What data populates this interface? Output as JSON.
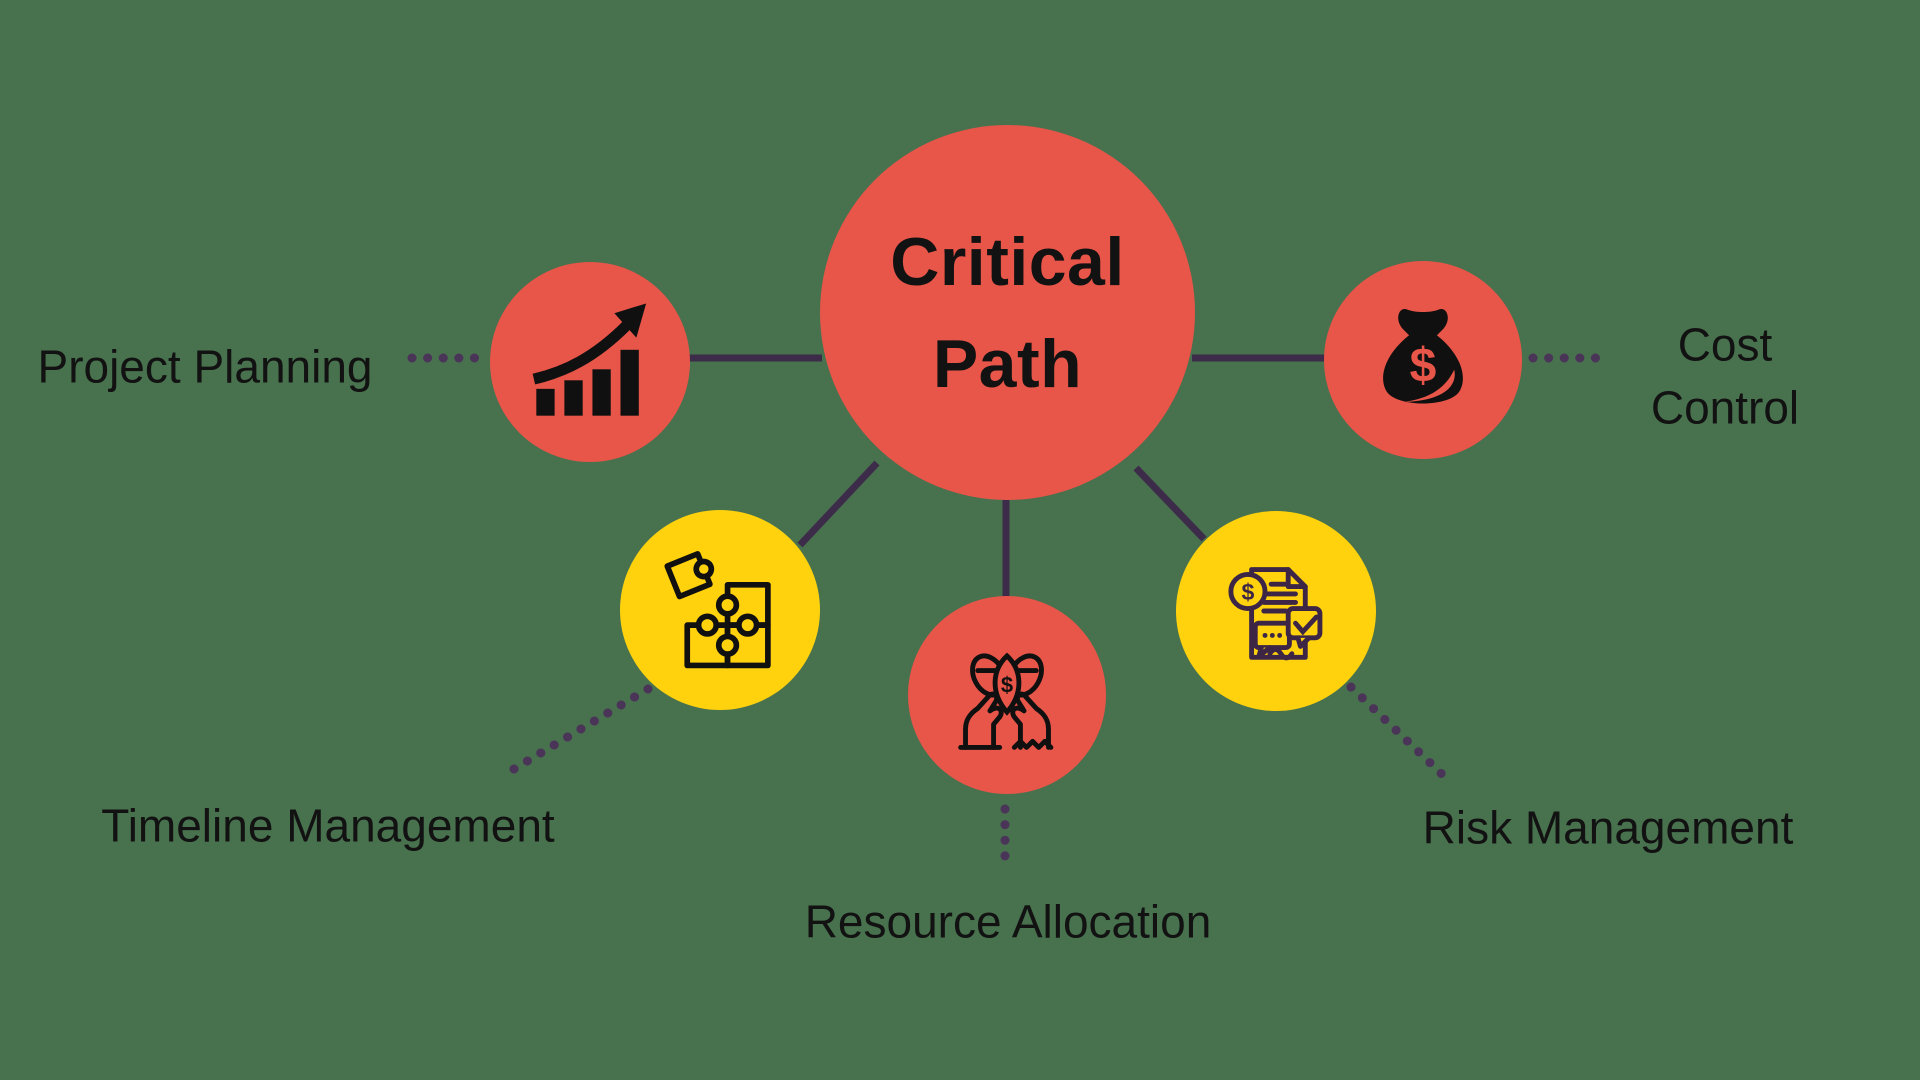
{
  "canvas": {
    "background": "#48714E"
  },
  "colors": {
    "red": "#E85549",
    "yellow": "#FFD20D",
    "line_solid": "#3D2B4A",
    "line_dotted": "#4A3558",
    "icon_black": "#101010",
    "icon_purple": "#3D2645",
    "text": "#121212"
  },
  "center": {
    "title_line1": "Critical",
    "title_line2": "Path"
  },
  "nodes": [
    {
      "id": "project-planning",
      "label": "Project Planning",
      "icon": "bar-chart-growth-icon",
      "color": "#E85549"
    },
    {
      "id": "cost-control",
      "label": "Cost Control",
      "label_lines": [
        "Cost",
        "Control"
      ],
      "icon": "money-bag-icon",
      "color": "#E85549"
    },
    {
      "id": "timeline-management",
      "label": "Timeline Management",
      "icon": "puzzle-pieces-icon",
      "color": "#FFD20D"
    },
    {
      "id": "resource-allocation",
      "label": "Resource Allocation",
      "icon": "hands-holding-money-icon",
      "color": "#E85549"
    },
    {
      "id": "risk-management",
      "label": "Risk Management",
      "icon": "financial-document-check-icon",
      "color": "#FFD20D"
    }
  ],
  "glyphs": {
    "dollar": "$"
  }
}
